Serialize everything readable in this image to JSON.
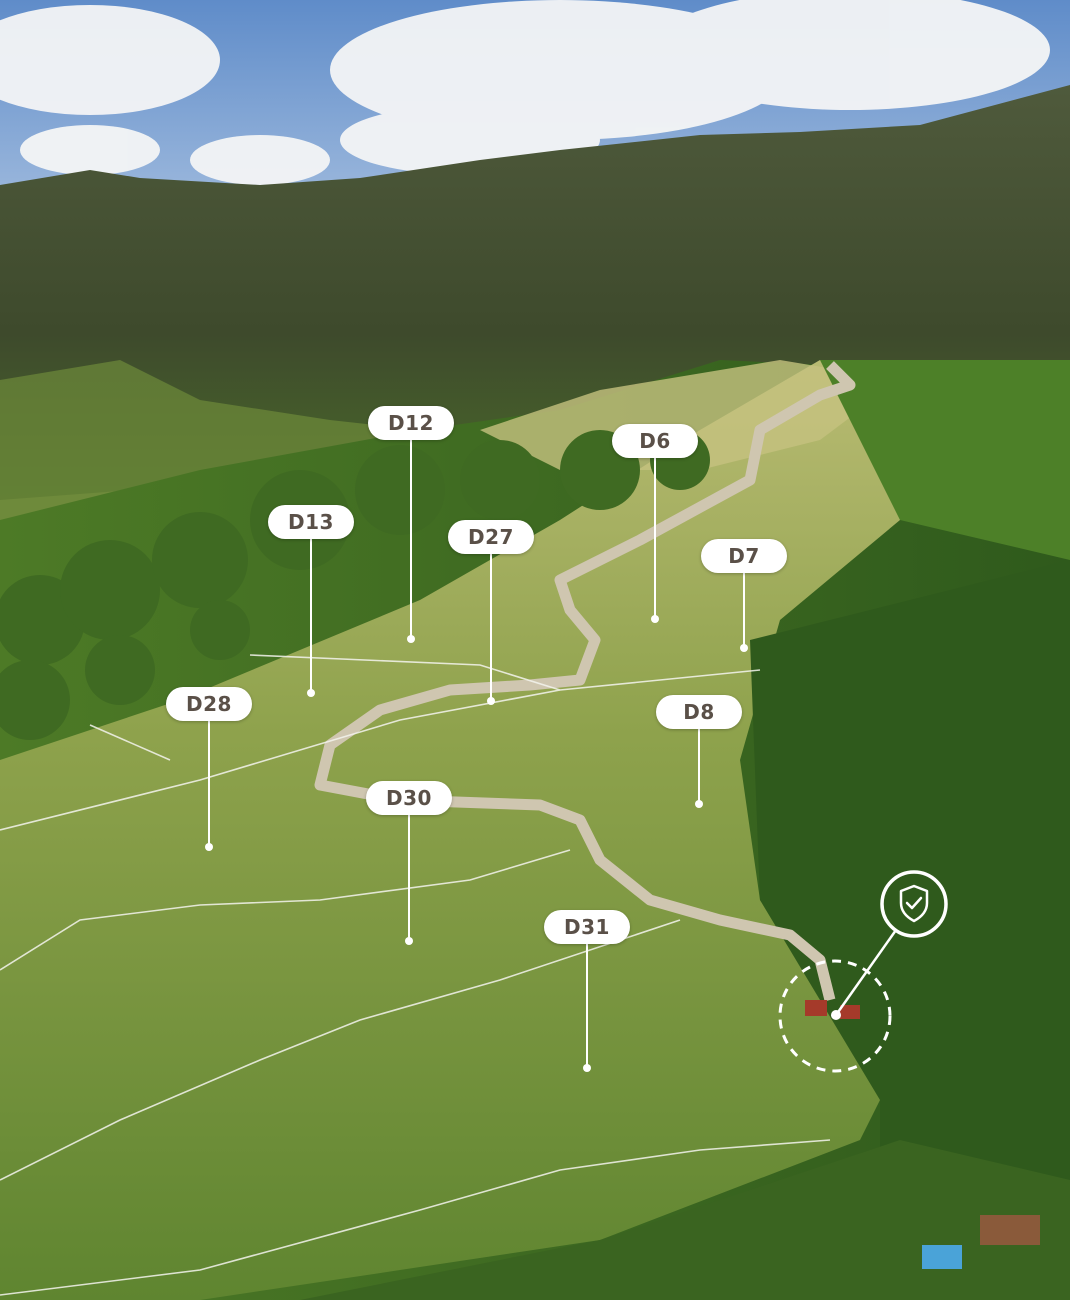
{
  "map": {
    "lots": [
      {
        "id": "D12",
        "label": "D12"
      },
      {
        "id": "D6",
        "label": "D6"
      },
      {
        "id": "D13",
        "label": "D13"
      },
      {
        "id": "D27",
        "label": "D27"
      },
      {
        "id": "D7",
        "label": "D7"
      },
      {
        "id": "D28",
        "label": "D28"
      },
      {
        "id": "D8",
        "label": "D8"
      },
      {
        "id": "D30",
        "label": "D30"
      },
      {
        "id": "D31",
        "label": "D31"
      }
    ],
    "security_marker": {
      "icon": "shield-check-icon"
    },
    "colors": {
      "label_bg": "#ffffff",
      "label_text": "#5a5048",
      "sky": "#7fa6d6",
      "forest": "#3f6a22",
      "grass": "#8ea24c"
    }
  }
}
